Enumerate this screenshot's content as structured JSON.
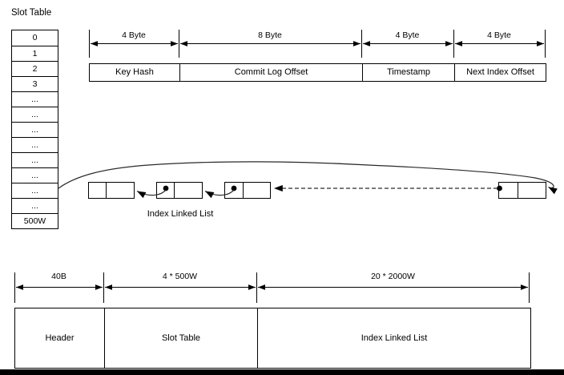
{
  "diagram": {
    "title": "Slot Table",
    "slot_table": {
      "rows": [
        "0",
        "1",
        "2",
        "3",
        "...",
        "...",
        "...",
        "...",
        "...",
        "...",
        "...",
        "...",
        "500W"
      ]
    },
    "index_record": {
      "segments": [
        {
          "size": "4 Byte",
          "field": "Key Hash"
        },
        {
          "size": "8 Byte",
          "field": "Commit Log Offset"
        },
        {
          "size": "4 Byte",
          "field": "Timestamp"
        },
        {
          "size": "4 Byte",
          "field": "Next Index Offset"
        }
      ]
    },
    "linked_list": {
      "label": "Index Linked List",
      "node_count": 4
    },
    "file_layout": {
      "sections": [
        {
          "size": "40B",
          "name": "Header"
        },
        {
          "size": "4 * 500W",
          "name": "Slot Table"
        },
        {
          "size": "20 * 2000W",
          "name": "Index Linked List"
        }
      ]
    },
    "colors": {
      "line": "#000000",
      "background": "#ffffff"
    }
  }
}
